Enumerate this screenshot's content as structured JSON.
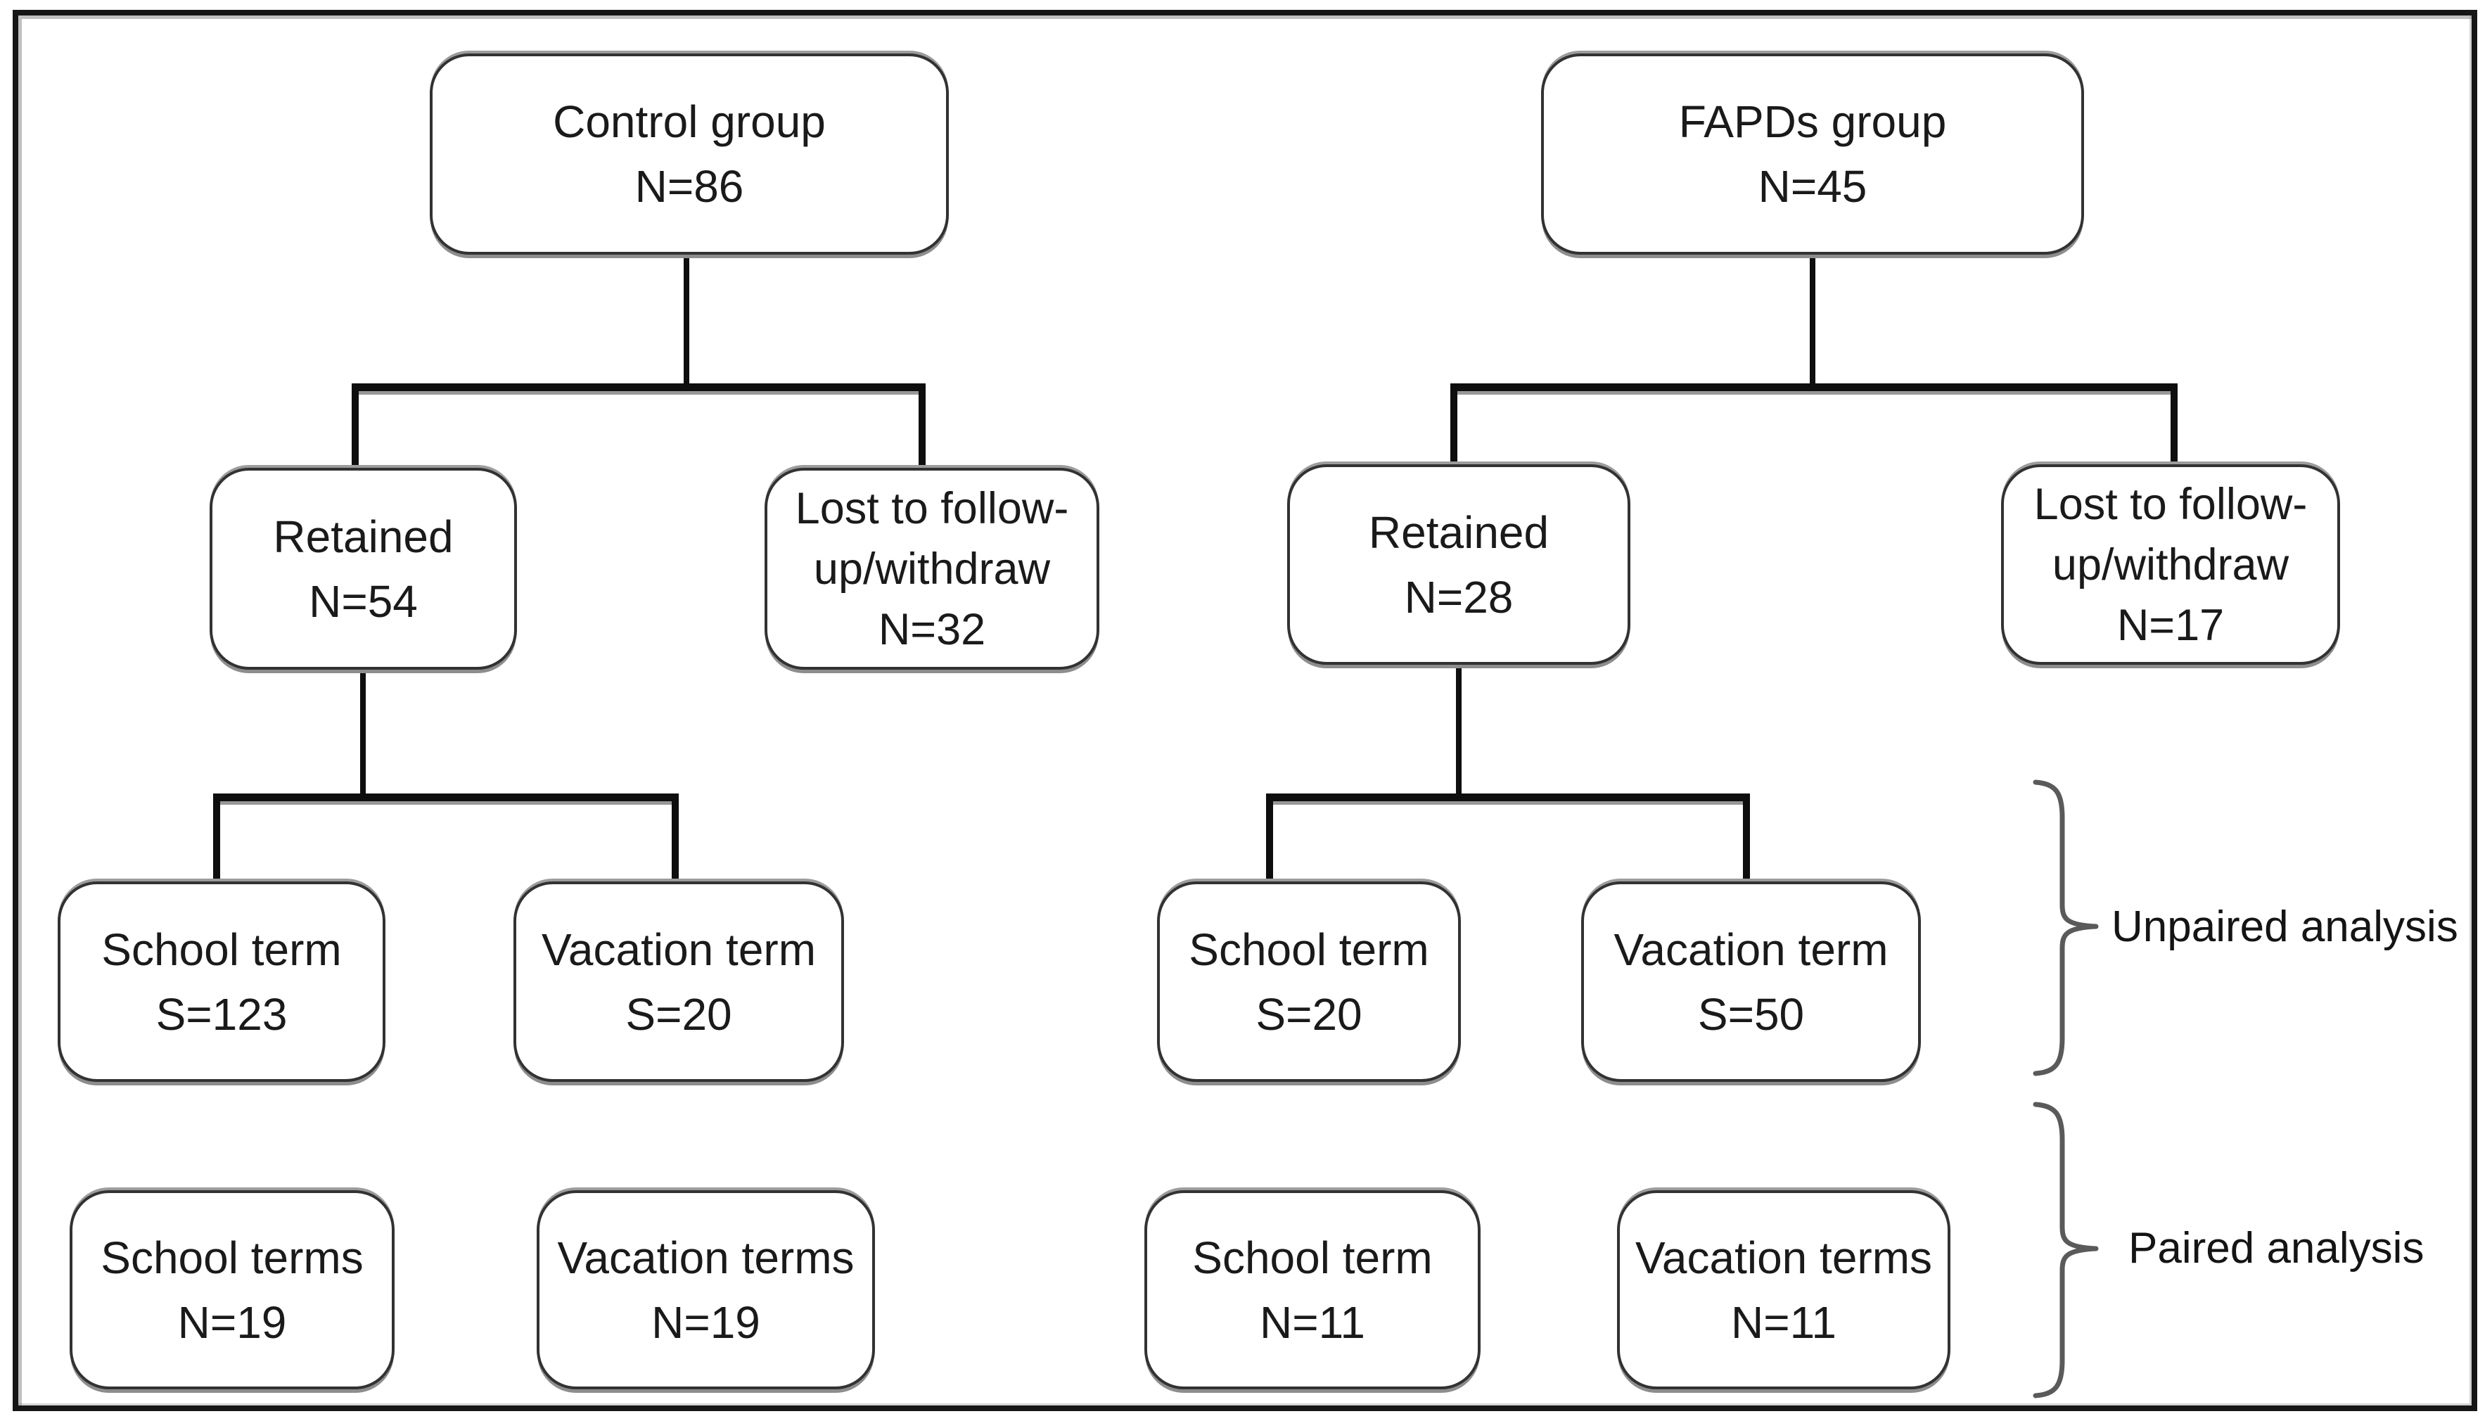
{
  "figure": {
    "type": "study-flow-diagram",
    "colors": {
      "background": "#ffffff",
      "connector_line": "#0e0e0e",
      "box_border": "#323232",
      "brace": "#5a5a5a",
      "text": "#1a1a1a"
    },
    "annotations": {
      "unpaired": "Unpaired analysis",
      "paired": "Paired analysis"
    }
  },
  "nodes": {
    "control_root": {
      "line1": "Control group",
      "line2": "N=86"
    },
    "control_retained": {
      "line1": "Retained",
      "line2": "N=54"
    },
    "control_lost": {
      "line1": "Lost to follow-",
      "line2": "up/withdraw",
      "line3": "N=32"
    },
    "control_school_unpaired": {
      "line1": "School term",
      "line2": "S=123"
    },
    "control_vacation_unpaired": {
      "line1": "Vacation term",
      "line2": "S=20"
    },
    "control_school_paired": {
      "line1": "School terms",
      "line2": "N=19"
    },
    "control_vacation_paired": {
      "line1": "Vacation terms",
      "line2": "N=19"
    },
    "fapds_root": {
      "line1": "FAPDs group",
      "line2": "N=45"
    },
    "fapds_retained": {
      "line1": "Retained",
      "line2": "N=28"
    },
    "fapds_lost": {
      "line1": "Lost to follow-",
      "line2": "up/withdraw",
      "line3": "N=17"
    },
    "fapds_school_unpaired": {
      "line1": "School term",
      "line2": "S=20"
    },
    "fapds_vacation_unpaired": {
      "line1": "Vacation term",
      "line2": "S=50"
    },
    "fapds_school_paired": {
      "line1": "School term",
      "line2": "N=11"
    },
    "fapds_vacation_paired": {
      "line1": "Vacation terms",
      "line2": "N=11"
    }
  }
}
